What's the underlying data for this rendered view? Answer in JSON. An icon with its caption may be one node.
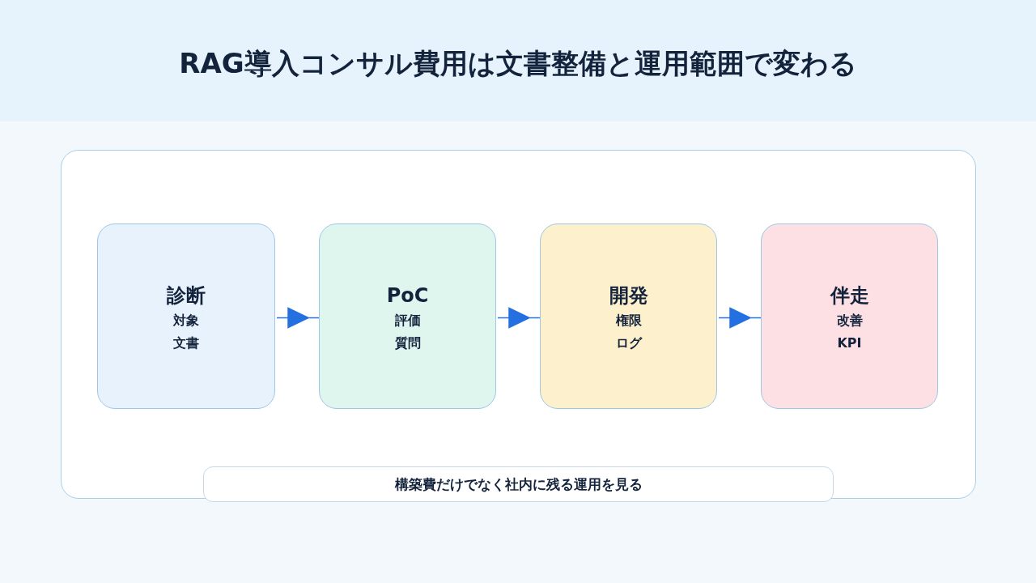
{
  "diagram": {
    "title": "RAG導入コンサル費用は文書整備と運用範囲で変わる",
    "nodes": [
      {
        "text": [],
        "shape": "box"
      },
      {
        "text": [
          "診断",
          "対象",
          "文書"
        ],
        "in": 0
      },
      {
        "text": [
          "PoC",
          "評価",
          "質問"
        ],
        "in": 0
      },
      {
        "text": [
          "開発",
          "権限",
          "ログ"
        ],
        "in": 0
      },
      {
        "text": [
          "伴走",
          "改善",
          "KPI"
        ],
        "in": 0
      },
      {
        "text": [
          "構築費だけでなく社内に残る運用を見る"
        ],
        "in": 0
      }
    ],
    "edges": [
      {
        "from": 1,
        "to": 2,
        "arrow": "to"
      },
      {
        "from": 2,
        "to": 3,
        "arrow": "to"
      },
      {
        "from": 3,
        "to": 4,
        "arrow": "to"
      }
    ]
  }
}
